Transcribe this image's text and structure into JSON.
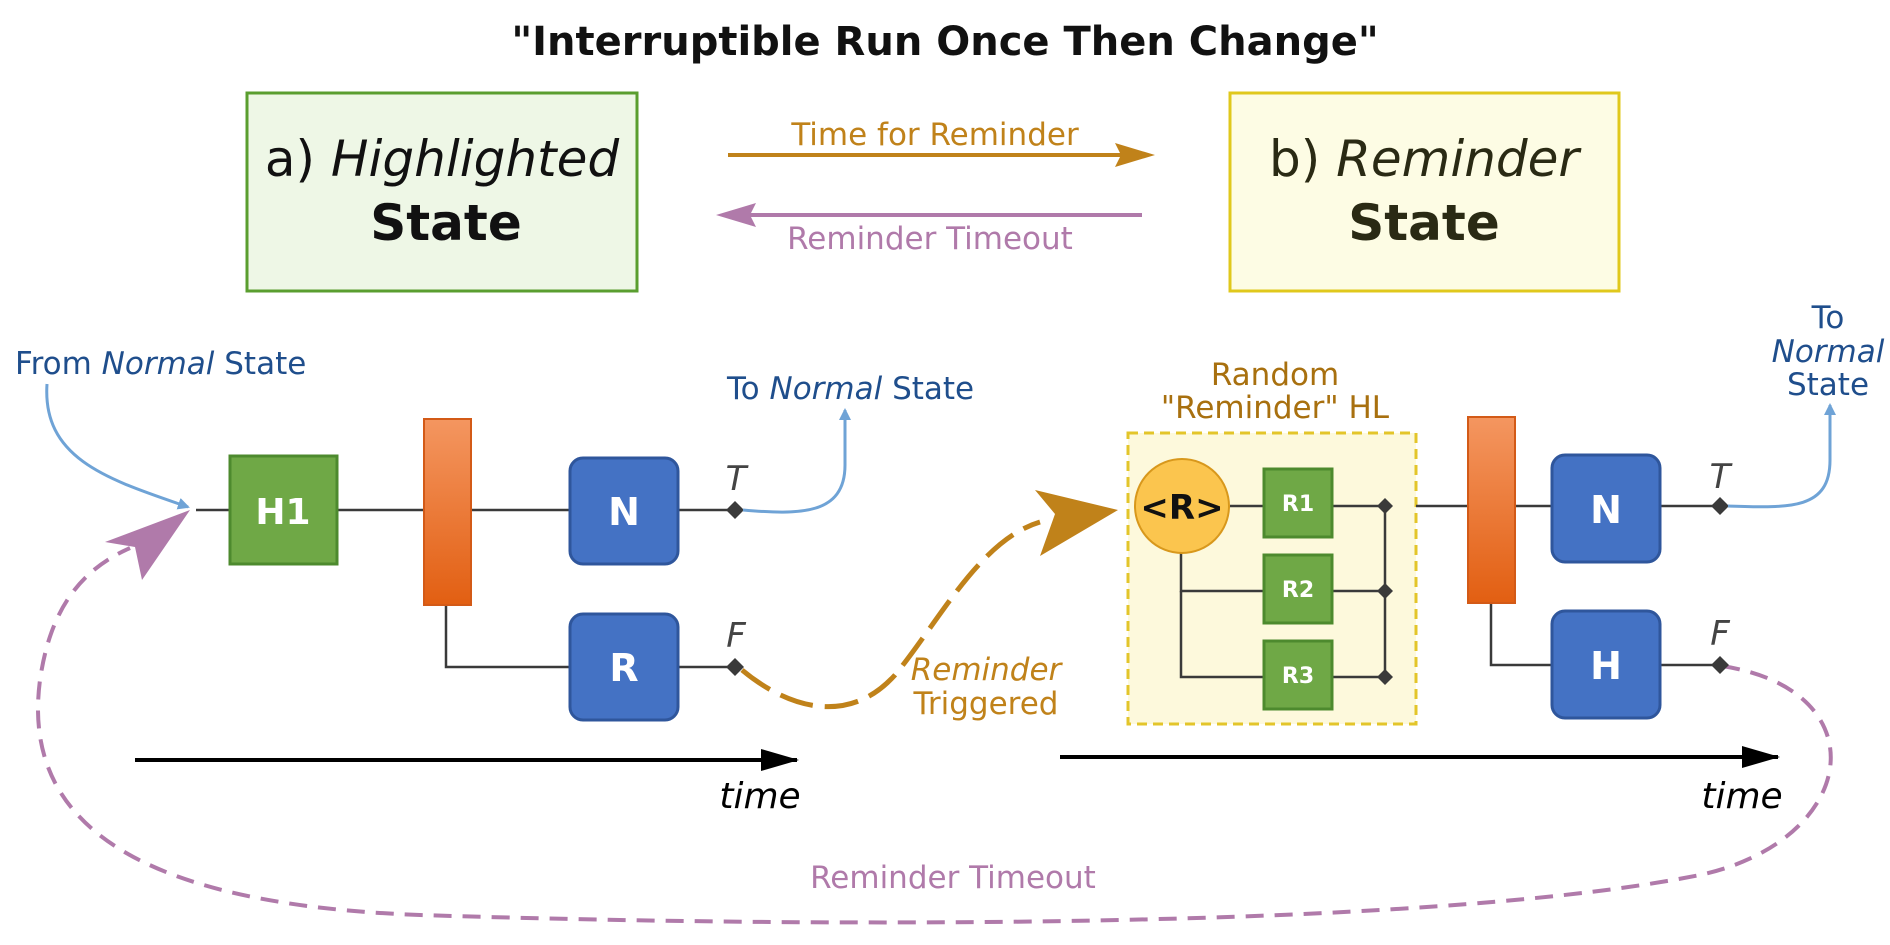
{
  "title": "\"Interruptible Run Once Then Change\"",
  "states": {
    "highlighted": {
      "prefix": "a) ",
      "name": "Highlighted",
      "word": "State"
    },
    "reminder": {
      "prefix": "b) ",
      "name": "Reminder",
      "word": "State"
    }
  },
  "transitions": {
    "to_reminder": "Time for Reminder",
    "to_highlighted": "Reminder Timeout"
  },
  "left_flow": {
    "from_label": {
      "pre": "From ",
      "em": "Normal",
      "post": " State"
    },
    "to_label": {
      "pre": "To ",
      "em": "Normal",
      "post": " State"
    },
    "nodes": {
      "h1": "H1",
      "n": "N",
      "r": "R"
    },
    "true_label": "T",
    "false_label": "F",
    "time_label": "time"
  },
  "trigger": {
    "line1": "Reminder",
    "line2": "Triggered"
  },
  "random_group": {
    "title_line1": "Random",
    "title_line2": "\"Reminder\" HL",
    "selector": "<R>",
    "items": [
      "R1",
      "R2",
      "R3"
    ]
  },
  "right_flow": {
    "to_label": {
      "line1": "To",
      "line2": "Normal",
      "line3": "State"
    },
    "nodes": {
      "n": "N",
      "h": "H"
    },
    "true_label": "T",
    "false_label": "F",
    "time_label": "time"
  },
  "bottom_loop_label": "Reminder Timeout",
  "colors": {
    "green_fill": "#6fa846",
    "blue_fill": "#4472c4",
    "orange": "#e86f25",
    "gold": "#c0821a",
    "purple": "#b07aaa",
    "light_blue": "#6fa3d6",
    "dark_blue_text": "#1f4e8c"
  }
}
